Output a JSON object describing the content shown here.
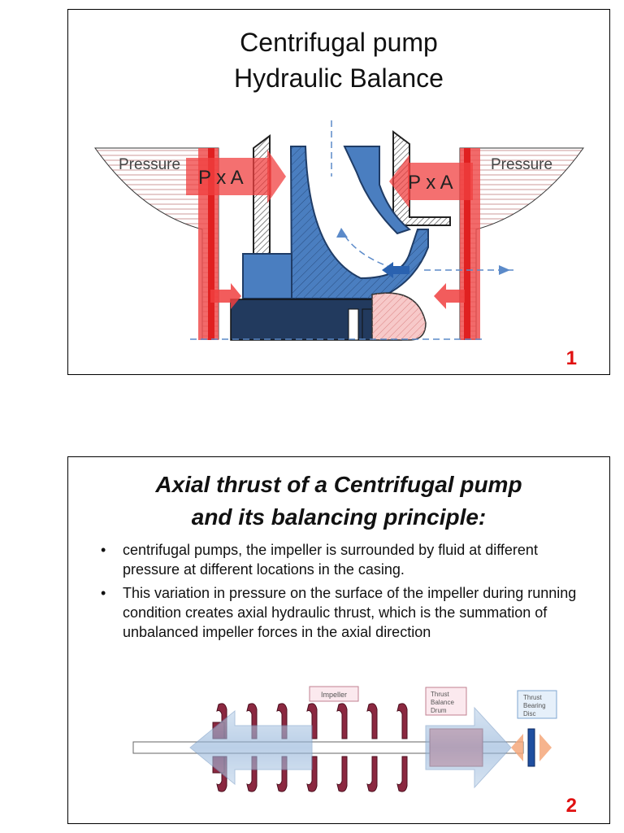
{
  "slide1": {
    "title_line1": "Centrifugal pump",
    "title_line2": "Hydraulic Balance",
    "diagram": {
      "pressure_left": "Pressure",
      "pressure_right": "Pressure",
      "force_left": "P x A",
      "force_right": "P x A"
    },
    "number": "1"
  },
  "slide2": {
    "title_line1": "Axial thrust of a Centrifugal pump",
    "title_line2": "and its balancing principle:",
    "bullets": [
      "centrifugal pumps, the impeller is surrounded by fluid at different pressure at different locations in the casing.",
      "This variation in pressure on the surface of the impeller during running condition creates axial hydraulic thrust, which is the summation of unbalanced impeller forces in the axial direction"
    ],
    "diagram": {
      "label_impeller": "Impeller",
      "label_drum": [
        "Thrust",
        "Balance",
        "Drum"
      ],
      "label_disc": [
        "Thrust",
        "Bearing",
        "Disc"
      ]
    },
    "number": "2"
  }
}
